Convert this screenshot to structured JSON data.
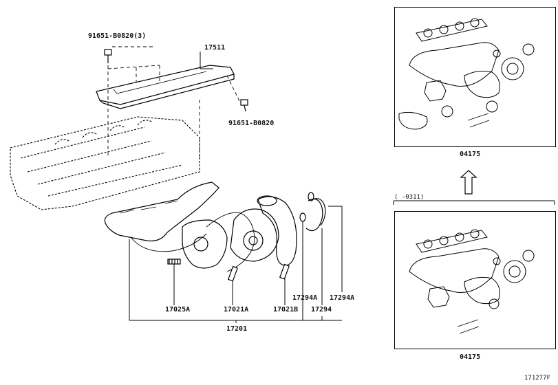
{
  "labels": {
    "bolt_top": "91651-B0820(3)",
    "cover": "17511",
    "bolt_side": "91651-B0820",
    "stud_a": "17025A",
    "stud_b": "17021A",
    "stud_c": "17021B",
    "gasket_1": "17294A",
    "gasket_2": "17294A",
    "gasket_3": "17294",
    "manifold_assy": "17201",
    "kit_top": "04175",
    "kit_bottom": "04175",
    "range": "(      -0311)",
    "figure_id": "171277F"
  }
}
